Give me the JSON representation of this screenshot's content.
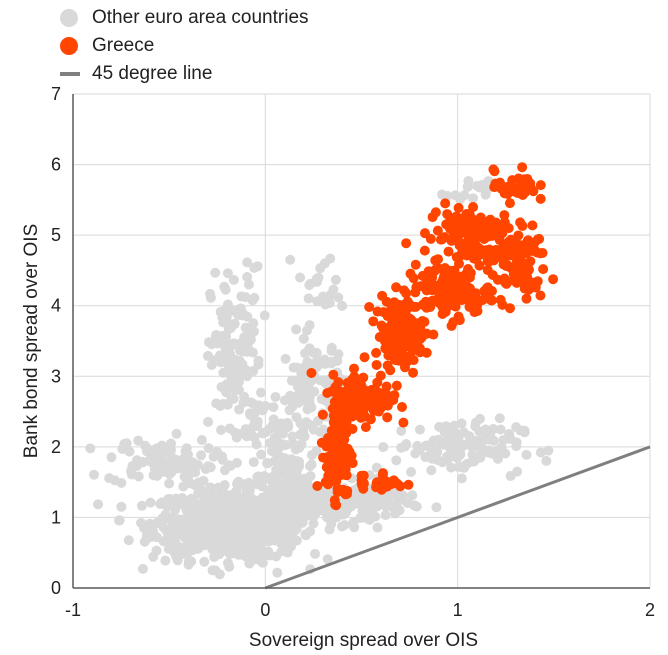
{
  "chart_data": {
    "type": "scatter",
    "xlabel": "Sovereign spread over OIS",
    "ylabel": "Bank bond spread over OIS",
    "xlim": [
      -1,
      2
    ],
    "ylim": [
      0,
      7
    ],
    "xticks": [
      "-1",
      "0",
      "1",
      "2"
    ],
    "yticks": [
      "0",
      "1",
      "2",
      "3",
      "4",
      "5",
      "6",
      "7"
    ],
    "grid": true,
    "legend_position": "top-left",
    "series": [
      {
        "name": "Other euro area countries",
        "color": "#d9d9d9",
        "clusters": [
          {
            "cx": -0.2,
            "cy": 0.9,
            "rx": 0.35,
            "ry": 0.45,
            "n": 700
          },
          {
            "cx": -0.55,
            "cy": 1.8,
            "rx": 0.25,
            "ry": 0.3,
            "n": 90
          },
          {
            "cx": -0.15,
            "cy": 3.2,
            "rx": 0.12,
            "ry": 1.2,
            "n": 150
          },
          {
            "cx": 0.1,
            "cy": 1.6,
            "rx": 0.15,
            "ry": 0.8,
            "n": 160
          },
          {
            "cx": 0.25,
            "cy": 2.8,
            "rx": 0.15,
            "ry": 0.7,
            "n": 110
          },
          {
            "cx": 0.4,
            "cy": 1.2,
            "rx": 0.3,
            "ry": 0.25,
            "n": 220
          },
          {
            "cx": 1.0,
            "cy": 2.0,
            "rx": 0.3,
            "ry": 0.35,
            "n": 120
          },
          {
            "cx": 1.05,
            "cy": 5.6,
            "rx": 0.1,
            "ry": 0.15,
            "n": 15
          },
          {
            "cx": 0.3,
            "cy": 4.3,
            "rx": 0.12,
            "ry": 0.4,
            "n": 20
          }
        ]
      },
      {
        "name": "Greece",
        "color": "#ff4500",
        "clusters": [
          {
            "cx": 0.38,
            "cy": 1.9,
            "rx": 0.06,
            "ry": 0.55,
            "n": 140
          },
          {
            "cx": 0.5,
            "cy": 2.7,
            "rx": 0.14,
            "ry": 0.3,
            "n": 160
          },
          {
            "cx": 0.7,
            "cy": 3.6,
            "rx": 0.12,
            "ry": 0.45,
            "n": 140
          },
          {
            "cx": 0.95,
            "cy": 4.2,
            "rx": 0.2,
            "ry": 0.35,
            "n": 110
          },
          {
            "cx": 1.05,
            "cy": 5.0,
            "rx": 0.2,
            "ry": 0.45,
            "n": 100
          },
          {
            "cx": 1.3,
            "cy": 4.6,
            "rx": 0.15,
            "ry": 0.5,
            "n": 90
          },
          {
            "cx": 1.3,
            "cy": 5.7,
            "rx": 0.1,
            "ry": 0.2,
            "n": 35
          },
          {
            "cx": 0.6,
            "cy": 1.5,
            "rx": 0.12,
            "ry": 0.15,
            "n": 30
          }
        ]
      }
    ],
    "reference_line": {
      "name": "45 degree line",
      "color": "#7f7f7f",
      "points": [
        [
          0,
          0
        ],
        [
          2,
          2
        ]
      ]
    }
  }
}
